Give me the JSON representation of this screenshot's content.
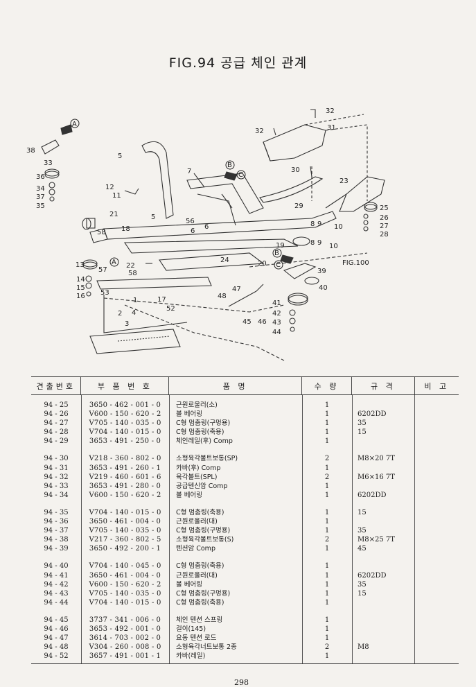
{
  "title": "FIG.94 공급 체인 관계",
  "diagram": {
    "callouts": [
      "32",
      "31",
      "32",
      "A",
      "38",
      "5",
      "33",
      "36",
      "34",
      "37",
      "35",
      "30",
      "7",
      "B",
      "C",
      "23",
      "12",
      "11",
      "29",
      "25",
      "26",
      "27",
      "28",
      "21",
      "5",
      "6",
      "8",
      "9",
      "10",
      "58",
      "18",
      "56",
      "6",
      "19",
      "8",
      "9",
      "10",
      "57",
      "22",
      "24",
      "A",
      "B",
      "C",
      "FIG.100",
      "13",
      "58",
      "20",
      "39",
      "14",
      "15",
      "16",
      "53",
      "17",
      "47",
      "40",
      "41",
      "42",
      "43",
      "44",
      "48",
      "52",
      "1",
      "2",
      "3",
      "4",
      "45",
      "46"
    ]
  },
  "table": {
    "headers": [
      "견출번호",
      "부 품 번 호",
      "품 명",
      "수 량",
      "규 격",
      "비 고"
    ],
    "groups": [
      [
        {
          "no": "94 - 25",
          "part": "3650 - 462 - 001 - 0",
          "name": "근원로울러(소)",
          "qty": "1",
          "spec": "",
          "note": ""
        },
        {
          "no": "94 - 26",
          "part": "V600 - 150 - 620 - 2",
          "name": "볼 베어링",
          "qty": "1",
          "spec": "6202DD",
          "note": ""
        },
        {
          "no": "94 - 27",
          "part": "V705 - 140 - 035 - 0",
          "name": "C형 멈춤링(구멍용)",
          "qty": "1",
          "spec": "35",
          "note": ""
        },
        {
          "no": "94 - 28",
          "part": "V704 - 140 - 015 - 0",
          "name": "C형 멈춤링(축용)",
          "qty": "1",
          "spec": "15",
          "note": ""
        },
        {
          "no": "94 - 29",
          "part": "3653 - 491 - 250 - 0",
          "name": "체인레일(후) Comp",
          "qty": "1",
          "spec": "",
          "note": ""
        }
      ],
      [
        {
          "no": "94 - 30",
          "part": "V218 - 360 - 802 - 0",
          "name": "소형육각볼트보통(SP)",
          "qty": "2",
          "spec": "M8×20 7T",
          "note": ""
        },
        {
          "no": "94 - 31",
          "part": "3653 - 491 - 260 - 1",
          "name": "카바(후) Comp",
          "qty": "1",
          "spec": "",
          "note": ""
        },
        {
          "no": "94 - 32",
          "part": "V219 - 460 - 601 - 6",
          "name": "육각볼트(SPL)",
          "qty": "2",
          "spec": "M6×16 7T",
          "note": ""
        },
        {
          "no": "94 - 33",
          "part": "3653 - 491 - 280 - 0",
          "name": "공급텐신암 Comp",
          "qty": "1",
          "spec": "",
          "note": ""
        },
        {
          "no": "94 - 34",
          "part": "V600 - 150 - 620 - 2",
          "name": "볼 베어링",
          "qty": "1",
          "spec": "6202DD",
          "note": ""
        }
      ],
      [
        {
          "no": "94 - 35",
          "part": "V704 - 140 - 015 - 0",
          "name": "C형 멈춤링(축용)",
          "qty": "1",
          "spec": "15",
          "note": ""
        },
        {
          "no": "94 - 36",
          "part": "3650 - 461 - 004 - 0",
          "name": "근원로울러(대)",
          "qty": "1",
          "spec": "",
          "note": ""
        },
        {
          "no": "94 - 37",
          "part": "V705 - 140 - 035 - 0",
          "name": "C형 멈춤링(구멍용)",
          "qty": "1",
          "spec": "35",
          "note": ""
        },
        {
          "no": "94 - 38",
          "part": "V217 - 360 - 802 - 5",
          "name": "소형육각볼트보통(S)",
          "qty": "2",
          "spec": "M8×25 7T",
          "note": ""
        },
        {
          "no": "94 - 39",
          "part": "3650 - 492 - 200 - 1",
          "name": "텐션암 Comp",
          "qty": "1",
          "spec": "45",
          "note": ""
        }
      ],
      [
        {
          "no": "94 - 40",
          "part": "V704 - 140 - 045 - 0",
          "name": "C형 멈춤링(축용)",
          "qty": "1",
          "spec": "",
          "note": ""
        },
        {
          "no": "94 - 41",
          "part": "3650 - 461 - 004 - 0",
          "name": "근원로울러(대)",
          "qty": "1",
          "spec": "6202DD",
          "note": ""
        },
        {
          "no": "94 - 42",
          "part": "V600 - 150 - 620 - 2",
          "name": "볼 베어링",
          "qty": "1",
          "spec": "35",
          "note": ""
        },
        {
          "no": "94 - 43",
          "part": "V705 - 140 - 035 - 0",
          "name": "C형 멈춤링(구멍용)",
          "qty": "1",
          "spec": "15",
          "note": ""
        },
        {
          "no": "94 - 44",
          "part": "V704 - 140 - 015 - 0",
          "name": "C형 멈춤링(축용)",
          "qty": "1",
          "spec": "",
          "note": ""
        }
      ],
      [
        {
          "no": "94 - 45",
          "part": "3737 - 341 - 006 - 0",
          "name": "체인 텐션 스프링",
          "qty": "1",
          "spec": "",
          "note": ""
        },
        {
          "no": "94 - 46",
          "part": "3653 - 492 - 001 - 0",
          "name": "걸이(145)",
          "qty": "1",
          "spec": "",
          "note": ""
        },
        {
          "no": "94 - 47",
          "part": "3614 - 703 - 002 - 0",
          "name": "요동 텐션 로드",
          "qty": "1",
          "spec": "",
          "note": ""
        },
        {
          "no": "94 - 48",
          "part": "V304 - 260 - 008 - 0",
          "name": "소형육각너트보통 2종",
          "qty": "2",
          "spec": "M8",
          "note": ""
        },
        {
          "no": "94 - 52",
          "part": "3657 - 491 - 001 - 1",
          "name": "카바(레일)",
          "qty": "1",
          "spec": "",
          "note": ""
        }
      ]
    ]
  },
  "page_number": "298"
}
